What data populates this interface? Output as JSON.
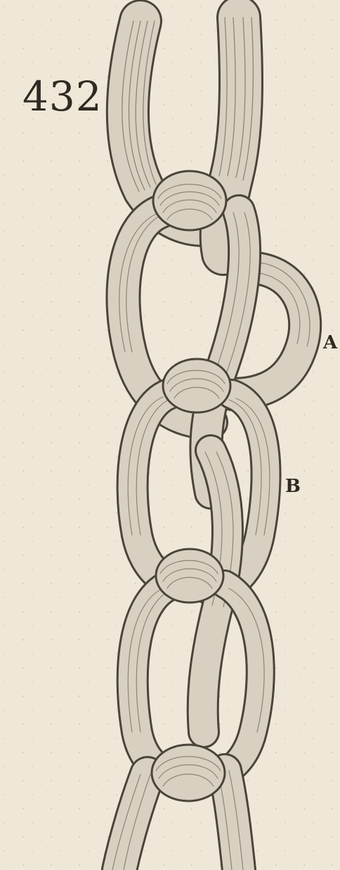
{
  "figure": {
    "number": "432",
    "labels": {
      "a": "A",
      "b": "B"
    }
  },
  "style": {
    "paper": "#efe8d8",
    "rope_fill": "#d8d1c2",
    "rope_line": "#4a443a",
    "ink": "#2f2a22"
  }
}
